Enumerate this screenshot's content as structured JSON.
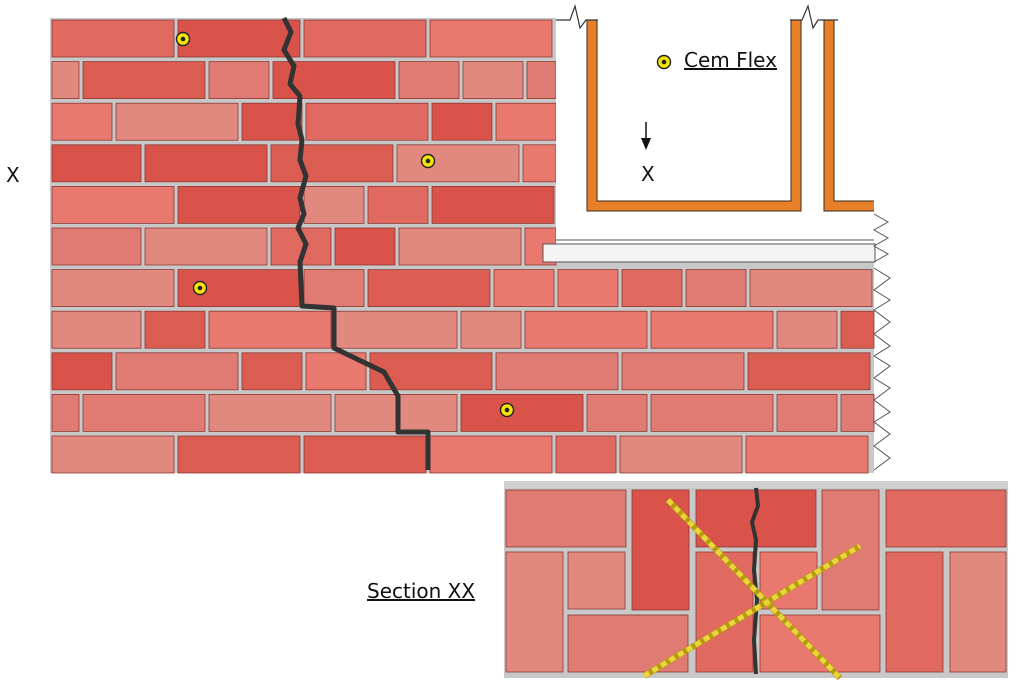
{
  "labels": {
    "section_marker": "X",
    "section_marker_arrow": "X",
    "legend_text": "Cem Flex",
    "section_title": "Section XX"
  },
  "colors": {
    "mortar": "#c8c8c8",
    "brick_palette": [
      "#e07b73",
      "#d9534a",
      "#e2897f",
      "#e06a5f",
      "#db5d52",
      "#e9786f"
    ],
    "brick_edge": "#8b3a33",
    "crack": "#333333",
    "lintel_orange": "#e8802a",
    "anchor_yellow": "#f2e40a",
    "twist_tie": "#e9d63a",
    "sill_grey": "#cfcfcf"
  },
  "icons": {
    "anchor": "anchor-marker-icon",
    "arrow": "down-arrow-icon",
    "break": "break-line-icon"
  }
}
